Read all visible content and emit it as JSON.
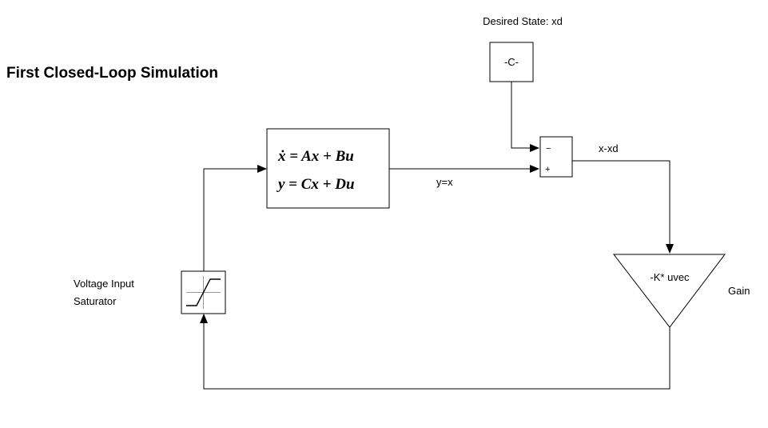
{
  "title": "First Closed-Loop Simulation",
  "blocks": {
    "state_space": {
      "line1": "ẋ = Ax + Bu",
      "line2": "y = Cx + Du"
    },
    "constant": {
      "text": "-C-",
      "label": "Desired State: xd"
    },
    "sum": {
      "minus": "−",
      "plus": "+"
    },
    "gain": {
      "text": "-K* uvec",
      "label": "Gain"
    },
    "saturation": {
      "label_line1": "Voltage Input",
      "label_line2": "Saturator"
    }
  },
  "signals": {
    "output": "y=x",
    "error": "x-xd"
  }
}
